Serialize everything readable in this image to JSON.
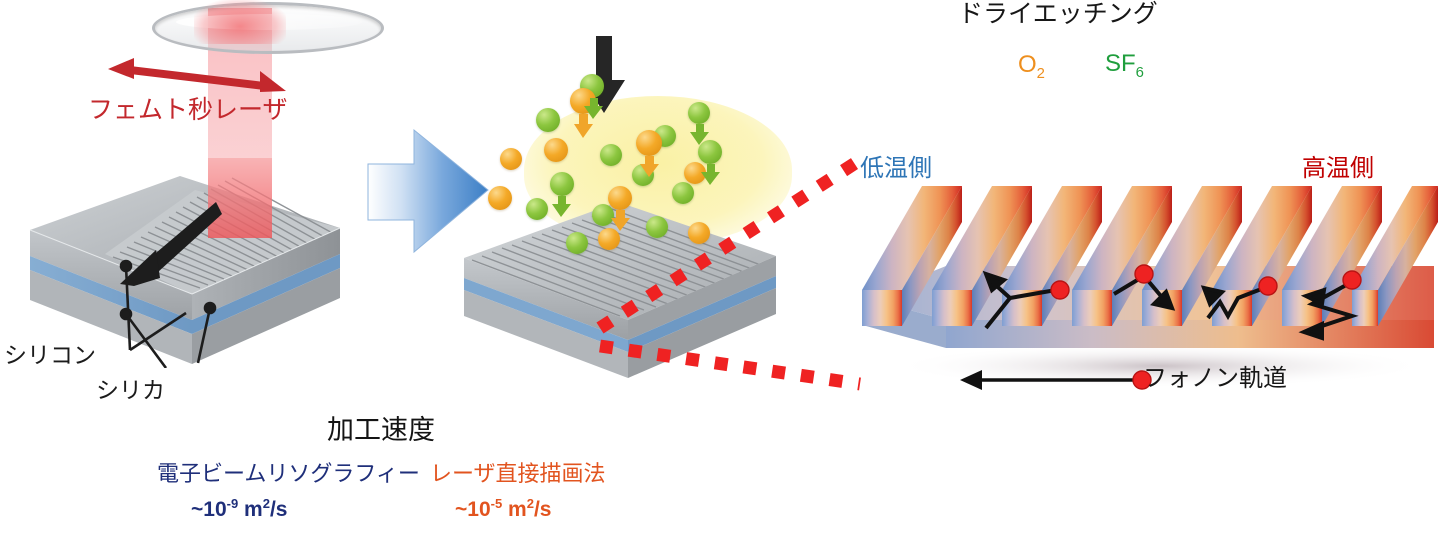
{
  "figure": {
    "title": "Femtosecond laser direct writing and dry etching fabrication of silicon phononic fin array",
    "background": "#ffffff"
  },
  "panel1": {
    "name": "femtosecond-laser-writing",
    "laser_label": "フェムト秒レーザ",
    "laser_label_color": "#c3282d",
    "silicon_label": "シリコン",
    "silica_label": "シリカ",
    "label_color": "#1b1b1b",
    "beam_color": "#f0666b",
    "substrate_top_color": "#b7bbbe",
    "substrate_oxide_color": "#7ea7cf",
    "substrate_base_color": "#b0b4b7",
    "scan_arrow": "double-headed-horizontal",
    "write_arrow": "down-left"
  },
  "flow": {
    "arrow_label": "process-flow-arrow",
    "gradient_from": "#ffffff",
    "gradient_to": "#4b8fd4"
  },
  "panel2": {
    "name": "dry-etching",
    "title": "ドライエッチング",
    "title_color": "#171717",
    "gas_o2": "O",
    "gas_o2_sub": "2",
    "gas_o2_color": "#ee8f1e",
    "gas_sf6": "SF",
    "gas_sf6_sub": "6",
    "gas_sf6_color": "#1f9e3d",
    "plasma_cloud_color": "#faf0a0",
    "down_arrow": "black-down-arrow",
    "molecules_o2_count": 9,
    "molecules_sf6_count": 13
  },
  "callout": {
    "name": "zoom-callout",
    "color": "#ef2222",
    "style": "square-dashed"
  },
  "panel3": {
    "name": "phonon-transport-fin-array",
    "cold_label": "低温側",
    "cold_color": "#2e75b6",
    "hot_label": "高温側",
    "hot_color": "#c00000",
    "phonon_label": "フォノン軌道",
    "phonon_label_color": "#171717",
    "phonon_dot_color": "#ee2222",
    "fin_count": 8,
    "gradient_stops": [
      "#6e90c8",
      "#9fa8d0",
      "#d4b3bd",
      "#e9c0ae",
      "#f0b27a",
      "#ef9a5c",
      "#e8633f",
      "#d32b22"
    ]
  },
  "footer": {
    "speed_title": "加工速度",
    "speed_title_color": "#141414",
    "method_ebl": "電子ビームリソグラフィー",
    "method_ebl_color": "#1f2f7a",
    "value_ebl_prefix": "~10",
    "value_ebl_exp": "-9",
    "value_ebl_unit": " m",
    "value_ebl_unit_exp": "2",
    "value_ebl_unit_tail": "/s",
    "method_ldw": "レーザ直接描画法",
    "method_ldw_color": "#e2541f",
    "value_ldw_prefix": "~10",
    "value_ldw_exp": "-5",
    "value_ldw_unit": " m",
    "value_ldw_unit_exp": "2",
    "value_ldw_unit_tail": "/s"
  }
}
